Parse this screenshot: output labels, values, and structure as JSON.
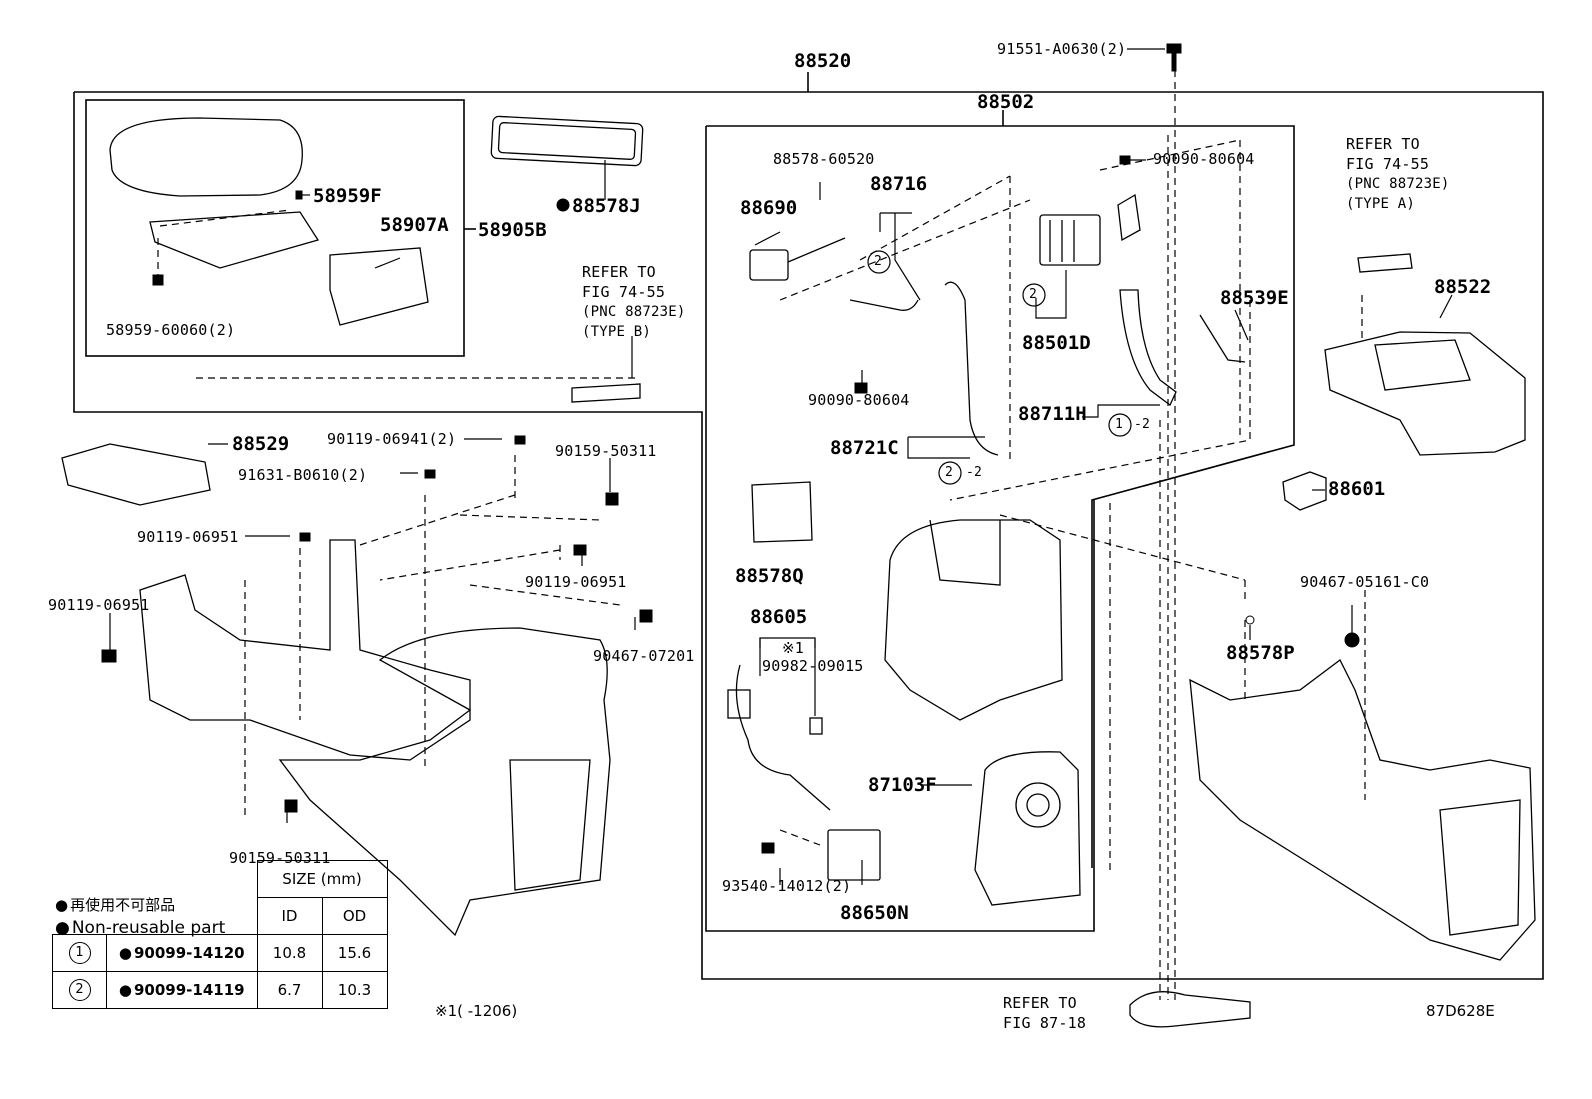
{
  "callouts": {
    "p88520": "88520",
    "p88502": "88502",
    "p91551": "91551-A0630(2)",
    "p58959F": "58959F",
    "p58907A": "58907A",
    "p58905B": "58905B",
    "p58959_60060": "58959-60060(2)",
    "p88578J": "88578J",
    "p88578_60520": "88578-60520",
    "p88716": "88716",
    "p88690": "88690",
    "p90090_80604_top": "90090-80604",
    "p88501D": "88501D",
    "p90090_80604_mid": "90090-80604",
    "p88539E": "88539E",
    "p88711H": "88711H",
    "p88721C": "88721C",
    "p88522": "88522",
    "p88601": "88601",
    "p88529": "88529",
    "p90119_06941": "90119-06941(2)",
    "p90159_50311_top": "90159-50311",
    "p91631": "91631-B0610(2)",
    "p90119_06951_a": "90119-06951",
    "p90119_06951_b": "90119-06951",
    "p90119_06951_c": "90119-06951",
    "p90467_07201": "90467-07201",
    "p90159_50311_bot": "90159-50311",
    "p88578Q": "88578Q",
    "p88605": "88605",
    "p_note1": "※1",
    "p90982": "90982-09015",
    "p87103F": "87103F",
    "p93540": "93540-14012(2)",
    "p88650N": "88650N",
    "p90467_05161": "90467-05161-C0",
    "p88578P": "88578P"
  },
  "refers": {
    "ref_b": [
      "REFER TO",
      "FIG 74-55",
      "(PNC 88723E)",
      "(TYPE B)"
    ],
    "ref_a": [
      "REFER TO",
      "FIG 74-55",
      "(PNC 88723E)",
      "(TYPE A)"
    ],
    "ref_87": [
      "REFER TO",
      "FIG 87-18"
    ]
  },
  "legend": {
    "line_jp": "再使用不可部品",
    "line_en": "Non-reusable part",
    "footnote": "※1(      -1206)"
  },
  "size_table": {
    "header": "SIZE (mm)",
    "col_id": "ID",
    "col_od": "OD",
    "rows": [
      {
        "key": "1",
        "part": "90099-14120",
        "id": "10.8",
        "od": "15.6"
      },
      {
        "key": "2",
        "part": "90099-14119",
        "id": "6.7",
        "od": "10.3"
      }
    ]
  },
  "circle_marks": {
    "one": "1",
    "two": "2",
    "dash2": "-2"
  },
  "illustration_code": "87D628E"
}
